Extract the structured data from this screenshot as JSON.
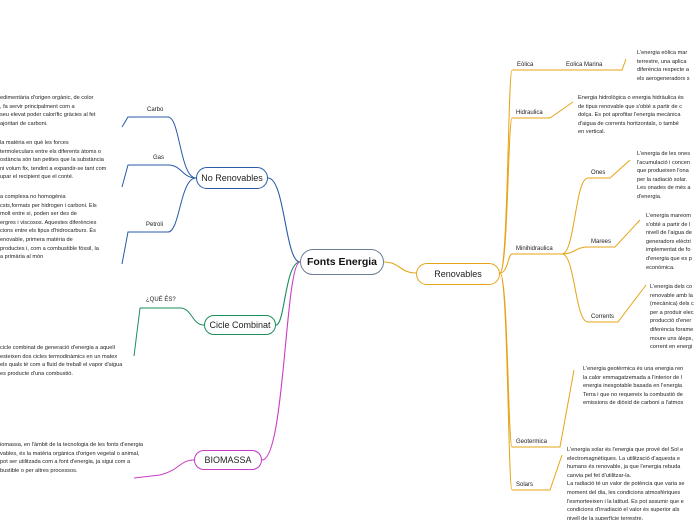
{
  "map": {
    "central": "Fonts Energia",
    "left": {
      "no_renovables": {
        "label": "No Renovables",
        "carbo": {
          "label": "Carbo",
          "text": "edimentària d'origen orgànic, de color\n, fa servir principalment com a\nseu elevat poder calorífic gràcies al fet\najoritari de carboni."
        },
        "gas": {
          "label": "Gas",
          "text": "la matèria en què les forces\ntermoleculars entre els diferents àtoms o\nostància són tan petites que la substància\nni volum fix, tendint a expandir-se tant com\nupar el recipient que el conté."
        },
        "petroli": {
          "label": "Petroli",
          "text": "a complexa no homogènia\ncsts,formats per hidrogen i carboni. Els\nmolt entre si, poden ser des de\nergres i viscosos. Aquestes diferències\ncions entre els tipus d'hidrocarburs. És\nenovable, primera matèria de\nproductes i, com a combustible fòssil, la\na primària al món"
        }
      },
      "cicle_combinat": {
        "label": "Cicle Combinat",
        "que_es": "¿QUÉ ÉS?",
        "text": "cicle combinat de generació d'energia a aquell\nesteixen dos cicles termodinàmics en un matex\nels quals té com a fluid de treball el vapor d'aigua\nes producte d'una combustió."
      },
      "biomassa": {
        "label": "BIOMASSA",
        "text": "iomassa, en l'àmbit de la tecnologia de les fonts d'energia\nvables, és la matèria orgànica d'origen vegetal o animal,\npot ser utilitzada com a font d'energia, ja sigui com a\nbustible o per altres processos."
      }
    },
    "right": {
      "renovables": {
        "label": "Renovables",
        "eolica": {
          "label": "Eòlica",
          "sub_label": "Eolica Marina",
          "text": "L'energia eòlica mar\nterrestre, una aplica\ndiferència respecte a\nels aerogeneradors s"
        },
        "hidraulica": {
          "label": "Hidraulica",
          "text": "Energia hidrològica o energia hidràulica és\nde tipus renovable que s'obté a partir de c\ndolça. Es pot aprofitar l'energia mecànica\nd'aigua de corrents horitzontals, o també\nen vertical."
        },
        "minihidraulica": {
          "label": "Minihidraulica",
          "ones": {
            "label": "Ones",
            "text": "L'energia de les ones\nl'acumulació i concen\nque produeixen l'ona\nper la radiació solar.\nLes onades de més a\nd'energia."
          },
          "marees": {
            "label": "Marees",
            "text": "L'energia mareom\ns'obté a partir de l\nnivell de l'aigua de\ngeneradors elèctri\nimplementat de fo\nd'energia que es p\neconòmica."
          },
          "corrents": {
            "label": "Corrents",
            "text": "L'energia dels co\nrenovable amb la\n(mecànica) dels c\nper a produir elec\nproducció d'ener\ndiferència forame\nmoure uns àleps,\ncorrent en energi"
          }
        },
        "geotermica": {
          "label": "Geotermica",
          "text": "L'energia geotèrmica és una energia ren\nla calor emmagatzemada a l'interior de l\nenergia inesgotable basada en l'energia\nTerra i que no requereix la combustió de\nemissions de diòxid de carboni a l'atmos"
        },
        "solars": {
          "label": "Solars",
          "text": "L'energia solar és l'energia que prové del Sol e\nelectromagnètiques. La utilització d'aquesta e\nhumans és renovable, ja que l'energia rebuda\ncanvia pel fet d'utilitzar-la.\nLa radiació té un valor de potència que varia se\nmoment del dia, les condicions atmosfèriques\nl'esmorteeixen i la latitud. Es pot assumir que e\ncondicions d'irradiació el valor és superior als\nnivell de la superfície terrestre."
        }
      }
    }
  },
  "colors": {
    "central_border": "#6a7f96",
    "no_renovables": "#2a5ba8",
    "cicle_combinat": "#1e8c5a",
    "biomassa": "#c83cc4",
    "renovables": "#e6a317"
  }
}
